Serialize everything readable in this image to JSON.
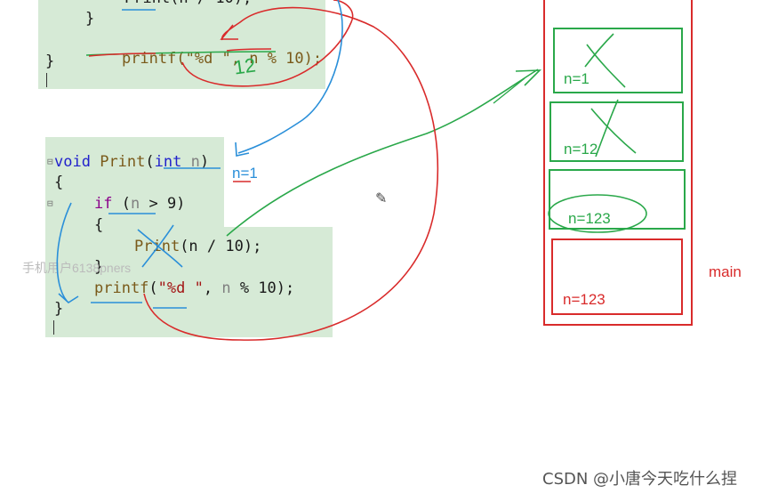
{
  "code_top": {
    "line_partial": "Print(n / 10);",
    "line_close_inner": "}",
    "line_printf": "printf(\"%d \", n % 10);",
    "line_close_outer": "}"
  },
  "code_main": {
    "fn_kw": "void",
    "fn_name": "Print",
    "fn_param_type": "int",
    "fn_param": "n",
    "open_brace": "{",
    "if_kw": "if",
    "if_cond_var": "n",
    "if_cond_rest": "> 9)",
    "inner_open": "{",
    "call_name": "Print",
    "call_args": "(n / 10);",
    "inner_close": "}",
    "printf_name": "printf",
    "printf_str": "\"%d \"",
    "printf_var": "n",
    "printf_rest": "% 10);",
    "close_brace": "}"
  },
  "annotations": {
    "n_eq_1_hand": "n=1",
    "scribble_12": "12"
  },
  "stack_frames": [
    {
      "label": "n=1",
      "color": "#2aa84a"
    },
    {
      "label": "n=12",
      "color": "#2aa84a"
    },
    {
      "label": "n=123",
      "color": "#2aa84a"
    },
    {
      "label": "n=123",
      "color": "#d92b2b"
    }
  ],
  "main_label": "main",
  "watermark": "手机用户6138pners",
  "credit": "CSDN @小唐今天吃什么捏",
  "colors": {
    "green_pen": "#2aa84a",
    "red_pen": "#d92b2b",
    "blue_pen": "#2a8fd9"
  }
}
